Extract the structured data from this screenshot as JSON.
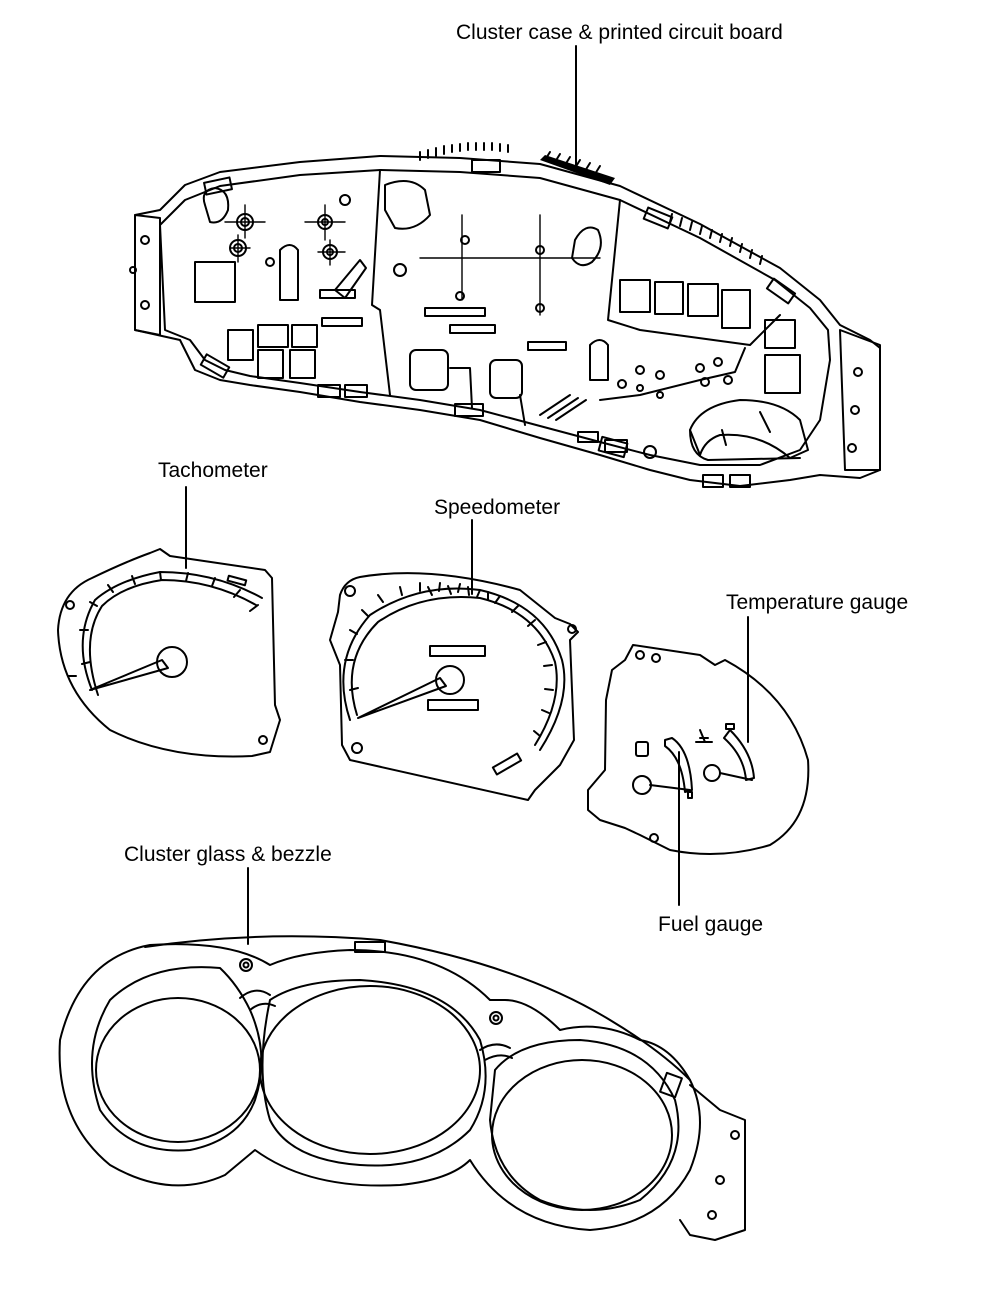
{
  "labels": {
    "cluster_case": "Cluster case & printed circuit board",
    "tachometer": "Tachometer",
    "speedometer": "Speedometer",
    "temperature_gauge": "Temperature gauge",
    "fuel_gauge": "Fuel gauge",
    "cluster_glass": "Cluster glass & bezzle"
  }
}
